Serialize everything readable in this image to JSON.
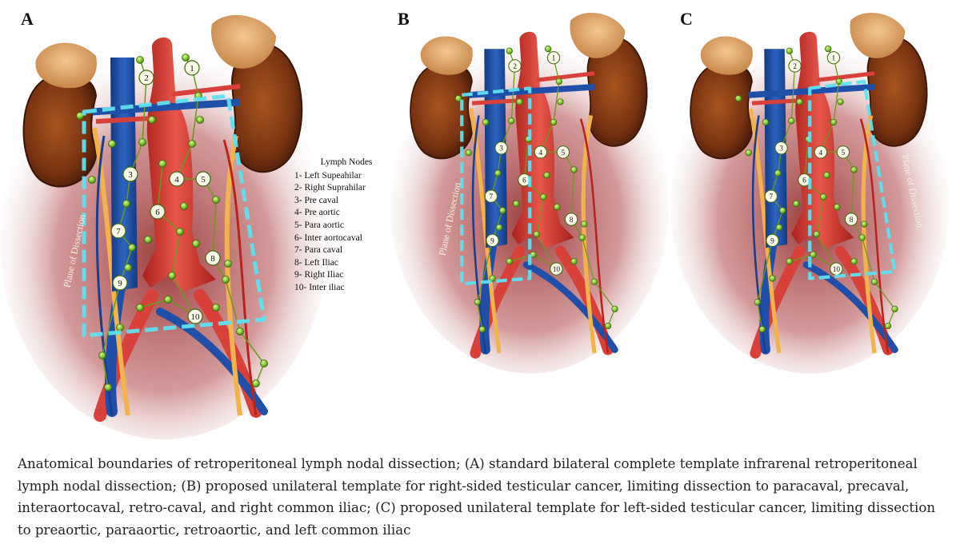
{
  "panels": [
    {
      "label": "A",
      "plane_label": "Plane of Dissection"
    },
    {
      "label": "B",
      "plane_label": "Plane of Dissection"
    },
    {
      "label": "C",
      "plane_label": "Plane of Dissection"
    }
  ],
  "legend": {
    "title": "Lymph Nodes",
    "items": [
      "1- Left Supeahilar",
      "2- Right Suprahilar",
      "3- Pre caval",
      "4- Pre aortic",
      "5- Para aortic",
      "6- Inter aortocaval",
      "7- Para caval",
      "8- Left Iliac",
      "9- Right Iliac",
      "10- Inter iliac"
    ]
  },
  "node_numbers": [
    "1",
    "2",
    "3",
    "4",
    "5",
    "6",
    "7",
    "8",
    "9",
    "10"
  ],
  "colors": {
    "vena_cava": "#1f4fa8",
    "aorta": "#d8403a",
    "kidney": "#7a3412",
    "adrenal": "#e2a868",
    "ureter": "#f2b24c",
    "node": "#8fcf3a",
    "dissection_line": "#5ee0f0",
    "tissue": "#a53a3a"
  },
  "caption": "Anatomical boundaries of retroperitoneal lymph nodal dissection; (A) standard bilateral complete template infrarenal retroperitoneal lymph nodal dissection; (B) proposed unilateral template for right-sided testicular cancer, limiting dissection to paracaval, precaval, interaortocaval, retro-caval, and right common iliac; (C) proposed unilateral template for left-sided testicular cancer, limiting dissection to preaortic, paraaortic, retroaortic, and left common iliac"
}
